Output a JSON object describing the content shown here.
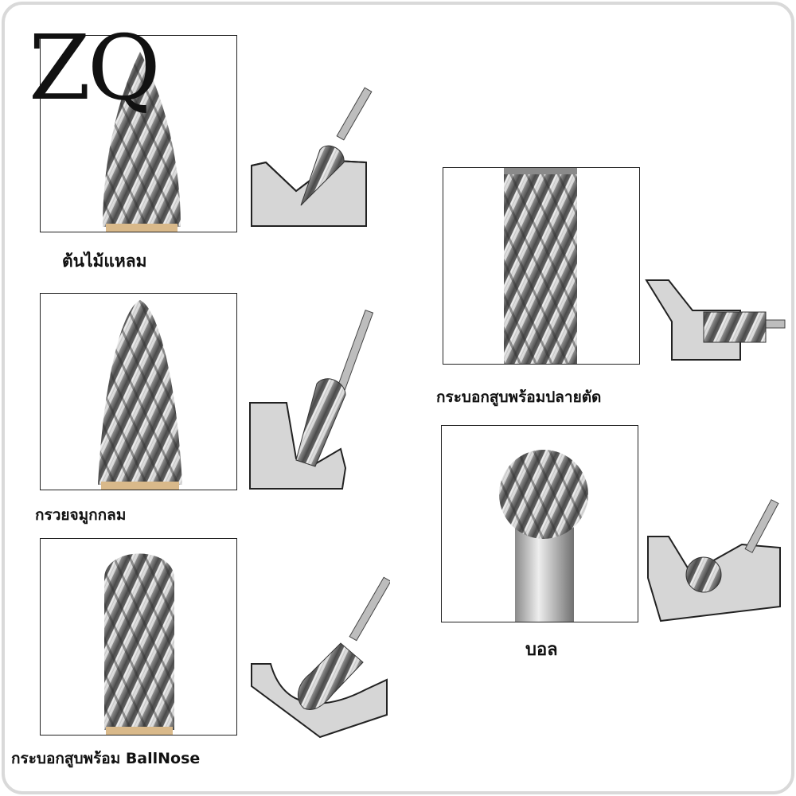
{
  "logo": {
    "text": "ZQ"
  },
  "items": [
    {
      "label": "ต้นไม้แหลม"
    },
    {
      "label": "กรวยจมูกกลม"
    },
    {
      "label": "กระบอกสูบพร้อม BallNose"
    },
    {
      "label": "กระบอกสูบพร้อมปลายตัด"
    },
    {
      "label": "บอล"
    }
  ],
  "colors": {
    "steel_light": "#e8e8e8",
    "steel_dark": "#5a5a5a",
    "gold": "#d9b98a",
    "block": "#d6d6d6",
    "outline": "#222222"
  }
}
